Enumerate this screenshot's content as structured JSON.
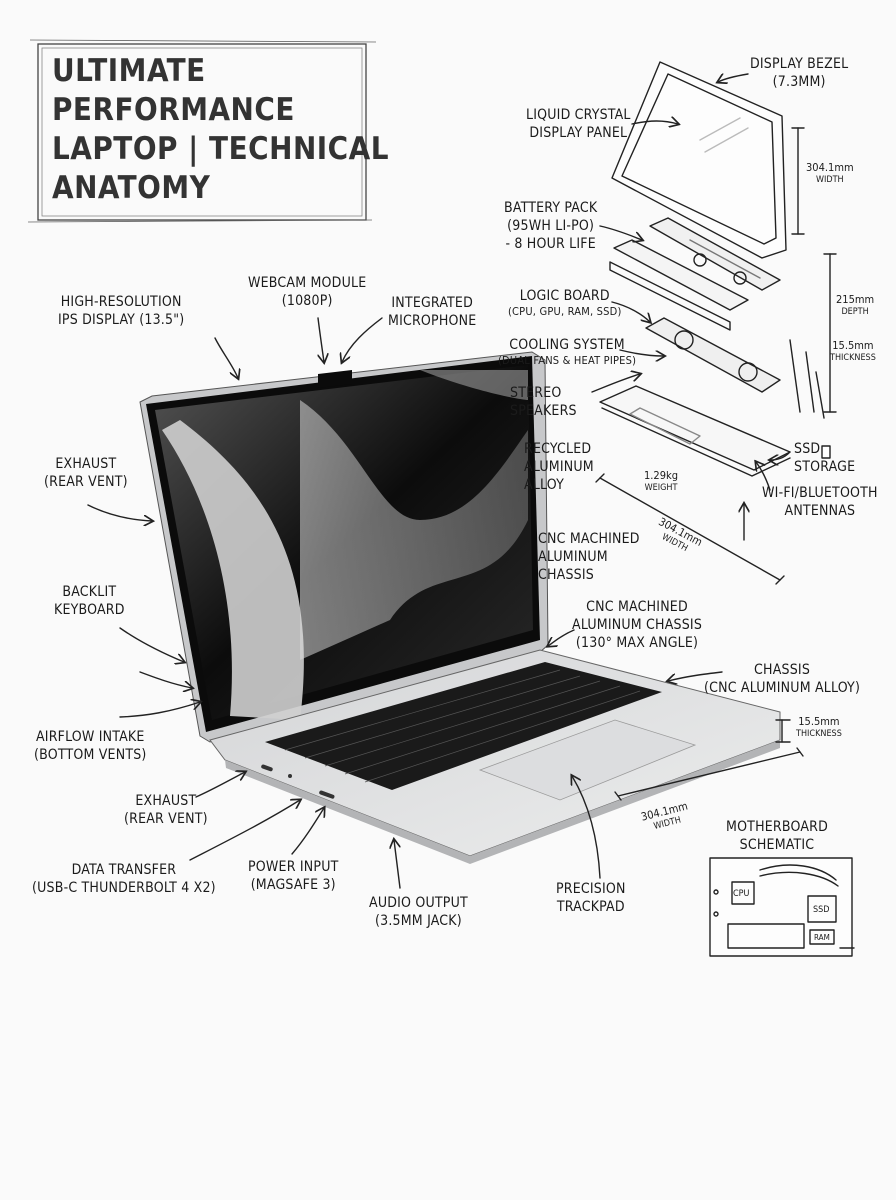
{
  "title": {
    "lines": [
      "ULTIMATE",
      "PERFORMANCE",
      "LAPTOP | TECHNICAL",
      "ANATOMY"
    ]
  },
  "callouts": {
    "display": [
      "HIGH-RESOLUTION",
      "IPS DISPLAY (13.5\")"
    ],
    "webcam": [
      "WEBCAM MODULE",
      "(1080p)"
    ],
    "microphone": [
      "INTEGRATED",
      "MICROPHONE"
    ],
    "exhaust_top": [
      "EXHAUST",
      "(REAR VENT)"
    ],
    "keyboard": [
      "BACKLIT",
      "KEYBOARD"
    ],
    "airflow": [
      "AIRFLOW INTAKE",
      "(BOTTOM VENTS)"
    ],
    "exhaust_bottom": [
      "EXHAUST",
      "(REAR VENT)"
    ],
    "data_transfer": [
      "DATA TRANSFER",
      "(USB-C THUNDERBOLT 4 x2)"
    ],
    "power": [
      "POWER INPUT",
      "(MAGSAFE 3)"
    ],
    "audio": [
      "AUDIO OUTPUT",
      "(3.5mm JACK)"
    ],
    "trackpad": [
      "PRECISION",
      "TRACKPAD"
    ],
    "hinge": [
      "CNC MACHINED",
      "ALUMINUM CHASSIS",
      "(130° MAX ANGLE)"
    ],
    "chassis": [
      "CHASSIS",
      "(CNC ALUMINUM ALLOY)"
    ],
    "cnc_exploded": [
      "CNC MACHINED",
      "ALUMINUM",
      "CHASSIS"
    ],
    "recycled": [
      "RECYCLED",
      "ALUMINUM",
      "ALLOY"
    ]
  },
  "exploded": {
    "bezel": [
      "DISPLAY BEZEL",
      "(7.3mm)"
    ],
    "lcd": [
      "LIQUID CRYSTAL",
      "DISPLAY PANEL"
    ],
    "battery": [
      "BATTERY PACK",
      "(95Wh Li-Po)",
      "- 8 HOUR LIFE"
    ],
    "logic": [
      "LOGIC BOARD",
      "(CPU, GPU, RAM, SSD)"
    ],
    "cooling": [
      "COOLING SYSTEM",
      "(DUAL FANS & HEAT PIPES)"
    ],
    "speakers": [
      "STEREO",
      "SPEAKERS"
    ],
    "ssd": [
      "SSD",
      "STORAGE"
    ],
    "wifi": [
      "WI-FI/BLUETOOTH",
      "ANTENNAS"
    ]
  },
  "dimensions": {
    "width_top": [
      "304.1mm",
      "WIDTH"
    ],
    "depth": [
      "215mm",
      "DEPTH"
    ],
    "thickness_top": [
      "15.5mm",
      "THICKNESS"
    ],
    "weight": [
      "1.29kg",
      "WEIGHT"
    ],
    "width_mid": [
      "304.1mm",
      "WIDTH"
    ],
    "thickness_main": [
      "15.5mm",
      "THICKNESS"
    ],
    "width_main": [
      "304.1mm",
      "WIDTH"
    ]
  },
  "schematic": {
    "title": [
      "MOTHERBOARD",
      "SCHEMATIC"
    ],
    "cpu": "CPU",
    "ssd": "SSD",
    "ram": "RAM"
  }
}
